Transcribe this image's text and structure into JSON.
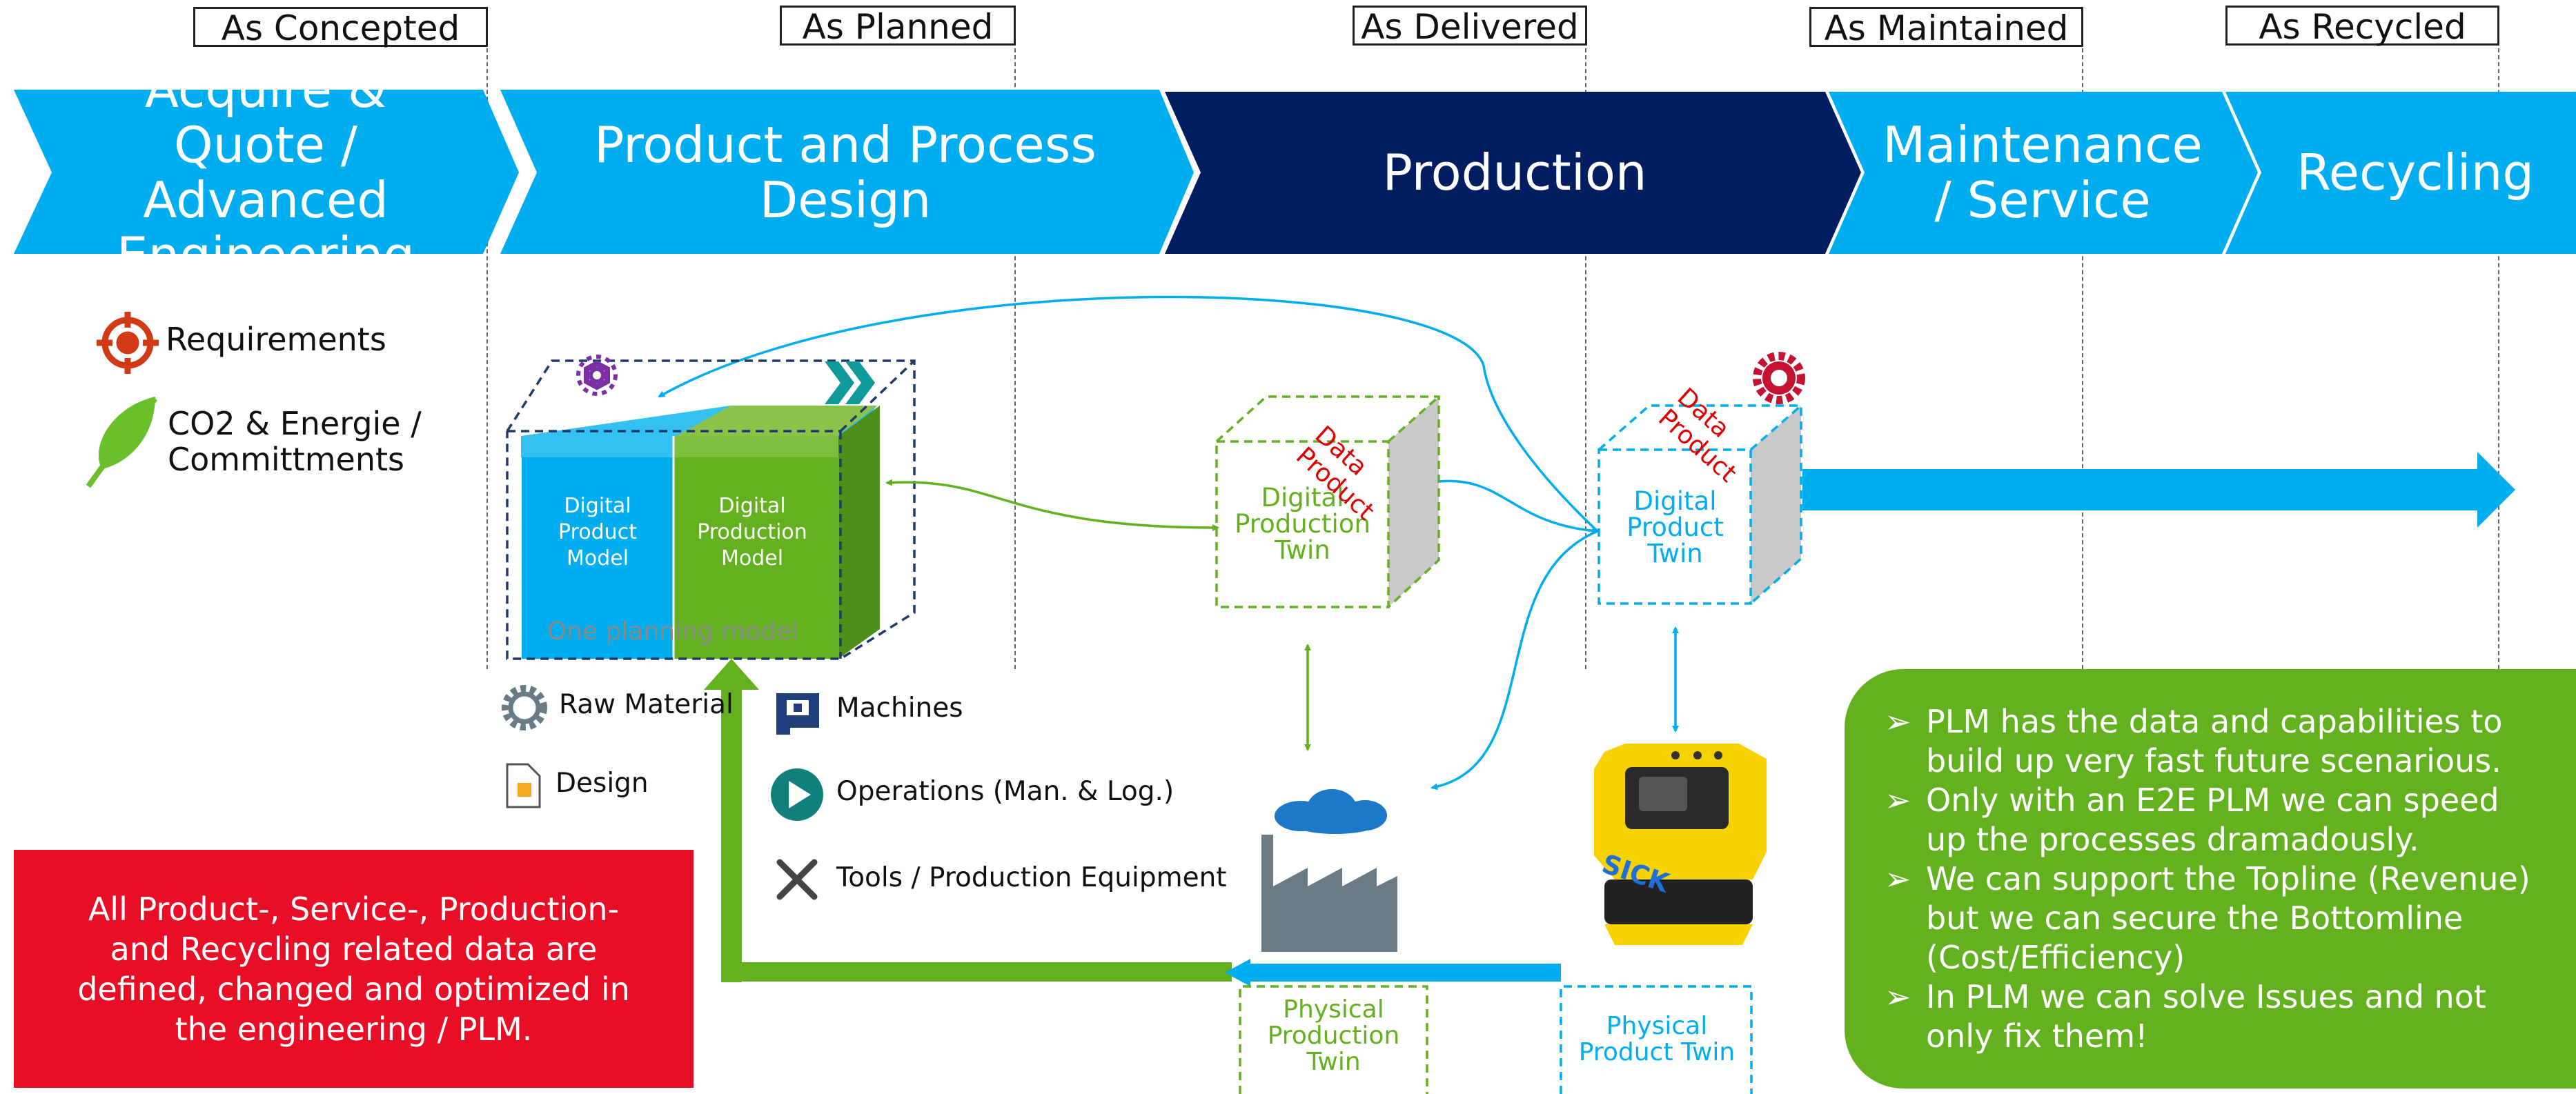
{
  "stages": [
    "As Concepted",
    "As Planned",
    "As Delivered",
    "As Maintained",
    "As Recycled"
  ],
  "phases": [
    "Acquire & Quote / Advanced Engineering",
    "Product and Process Design",
    "Production",
    "Maintenance / Service",
    "Recycling"
  ],
  "legend": {
    "requirements": "Requirements",
    "co2": "CO2 & Energie / Committments"
  },
  "planning": {
    "digital_product_model": "Digital Product Model",
    "digital_production_model": "Digital Production Model",
    "one_planning_model": "One planning model"
  },
  "twins": {
    "digital_production_twin": "Digital Production Twin",
    "digital_product_twin": "Digital Product Twin",
    "data_product": "Data Product",
    "physical_production_twin": "Physical Production Twin",
    "physical_product_twin": "Physical Product Twin"
  },
  "resources": {
    "raw_material": "Raw Material",
    "design": "Design",
    "machines": "Machines",
    "operations": "Operations (Man. & Log.)",
    "tools": "Tools / Production Equipment"
  },
  "device_brand": "SICK",
  "red_box_text": "All Product-, Service-, Production- and Recycling related data are defined, changed and optimized in the engineering / PLM.",
  "bullets": [
    "PLM has the data and capabilities to build up very fast future scenarious.",
    "Only with an E2E PLM we can speed up the processes dramadously.",
    "We can support the Topline (Revenue) but we can secure the Bottomline (Cost/Efficiency)",
    "In PLM we can solve Issues and not only fix them!"
  ],
  "colors": {
    "light_blue": "#00aeef",
    "dark_navy": "#001e5f",
    "green": "#63b11f",
    "red": "#e80e25",
    "data_product_red": "#e00000"
  },
  "icons": [
    "target-icon",
    "leaf-icon",
    "settings-hexagon-icon",
    "chevron-icon",
    "gear-icon",
    "document-icon",
    "machine-icon",
    "play-icon",
    "tools-icon",
    "red-gear-icon",
    "factory-icon",
    "cloud-icon",
    "scanner-device-icon"
  ]
}
